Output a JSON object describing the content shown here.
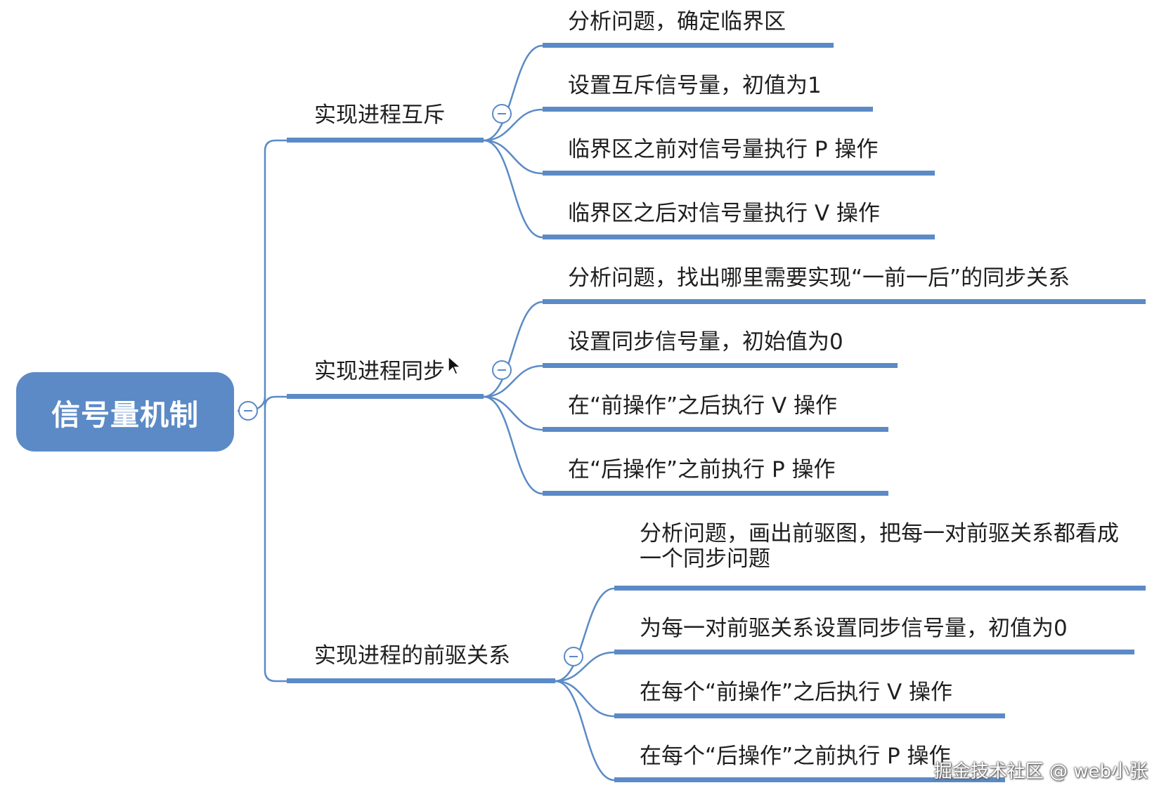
{
  "mindmap": {
    "root": {
      "label": "信号量机制"
    },
    "branches": [
      {
        "label": "实现进程互斥",
        "children": [
          "分析问题，确定临界区",
          "设置互斥信号量，初值为1",
          "临界区之前对信号量执行 P 操作",
          "临界区之后对信号量执行 V 操作"
        ]
      },
      {
        "label": "实现进程同步",
        "children": [
          "分析问题，找出哪里需要实现“一前一后”的同步关系",
          "设置同步信号量，初始值为0",
          "在“前操作”之后执行 V 操作",
          "在“后操作”之前执行 P 操作"
        ]
      },
      {
        "label": "实现进程的前驱关系",
        "children": [
          "分析问题，画出前驱图，把每一对前驱关系都看成一个同步问题",
          "为每一对前驱关系设置同步信号量，初值为0",
          "在每个“前操作”之后执行 V 操作",
          "在每个“后操作”之前执行 P 操作"
        ]
      }
    ]
  },
  "watermark": "掘金技术社区 @ web小张",
  "colors": {
    "accent": "#5b8ac6",
    "text": "#1f1f1f"
  },
  "icons": {
    "collapse": "minus-circle-icon",
    "cursor": "mouse-pointer-icon"
  }
}
